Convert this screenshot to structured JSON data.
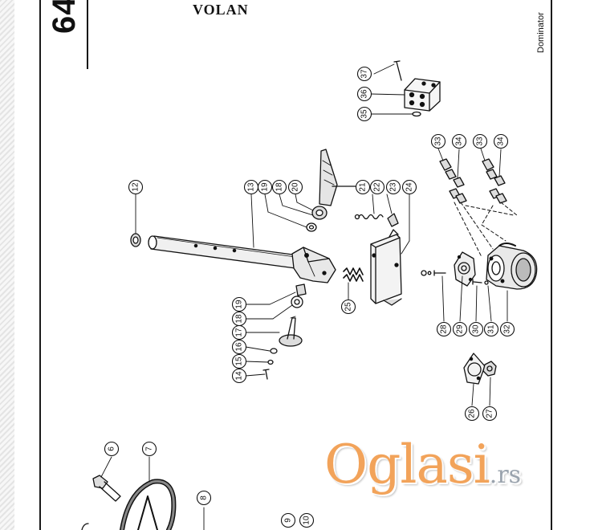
{
  "page": {
    "number": "64",
    "title": "VOLAN",
    "side_label": "Dominator"
  },
  "callouts": [
    "37",
    "36",
    "35",
    "33",
    "34",
    "33",
    "34",
    "12",
    "13",
    "19",
    "18",
    "20",
    "21",
    "22",
    "23",
    "24",
    "25",
    "19",
    "18",
    "17",
    "16",
    "15",
    "14",
    "28",
    "29",
    "30",
    "31",
    "32",
    "26",
    "27",
    "6",
    "7",
    "8",
    "9",
    "10"
  ],
  "watermark": {
    "brand": "Oglasi",
    "suffix": ".rs"
  },
  "colors": {
    "ink": "#111111",
    "watermark_orange": "#f2a35a",
    "watermark_grey": "#9aa3ad"
  }
}
